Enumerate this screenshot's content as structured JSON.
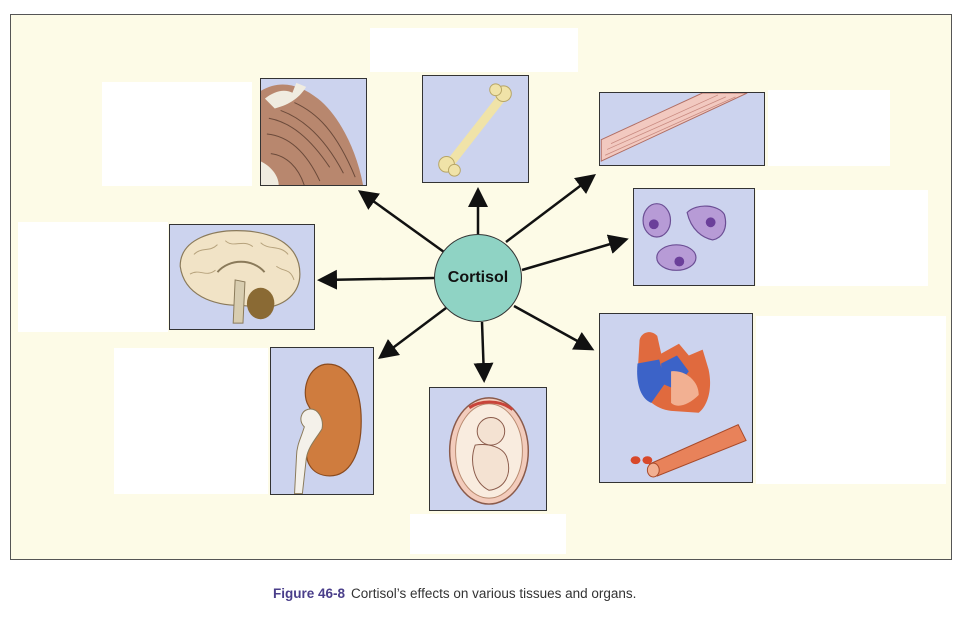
{
  "hub": {
    "label": "Cortisol"
  },
  "caption": {
    "figure_number": "Figure 46-8",
    "text": "Cortisol’s effects on various tissues and organs."
  },
  "tiles": [
    {
      "name": "muscle",
      "icon": "skeletal-muscle-icon"
    },
    {
      "name": "bone",
      "icon": "bone-icon"
    },
    {
      "name": "muscle-fiber",
      "icon": "muscle-fiber-icon"
    },
    {
      "name": "cells",
      "icon": "cells-icon"
    },
    {
      "name": "brain",
      "icon": "brain-icon"
    },
    {
      "name": "heart-vessel",
      "icon": "heart-icon"
    },
    {
      "name": "kidney",
      "icon": "kidney-icon"
    },
    {
      "name": "fetus",
      "icon": "fetus-icon"
    }
  ],
  "colors": {
    "panel_background": "#fdfbe7",
    "tile_background": "#ccd3ee",
    "hub_fill": "#8fd3c4",
    "caption_figure": "#4a3e8a"
  }
}
